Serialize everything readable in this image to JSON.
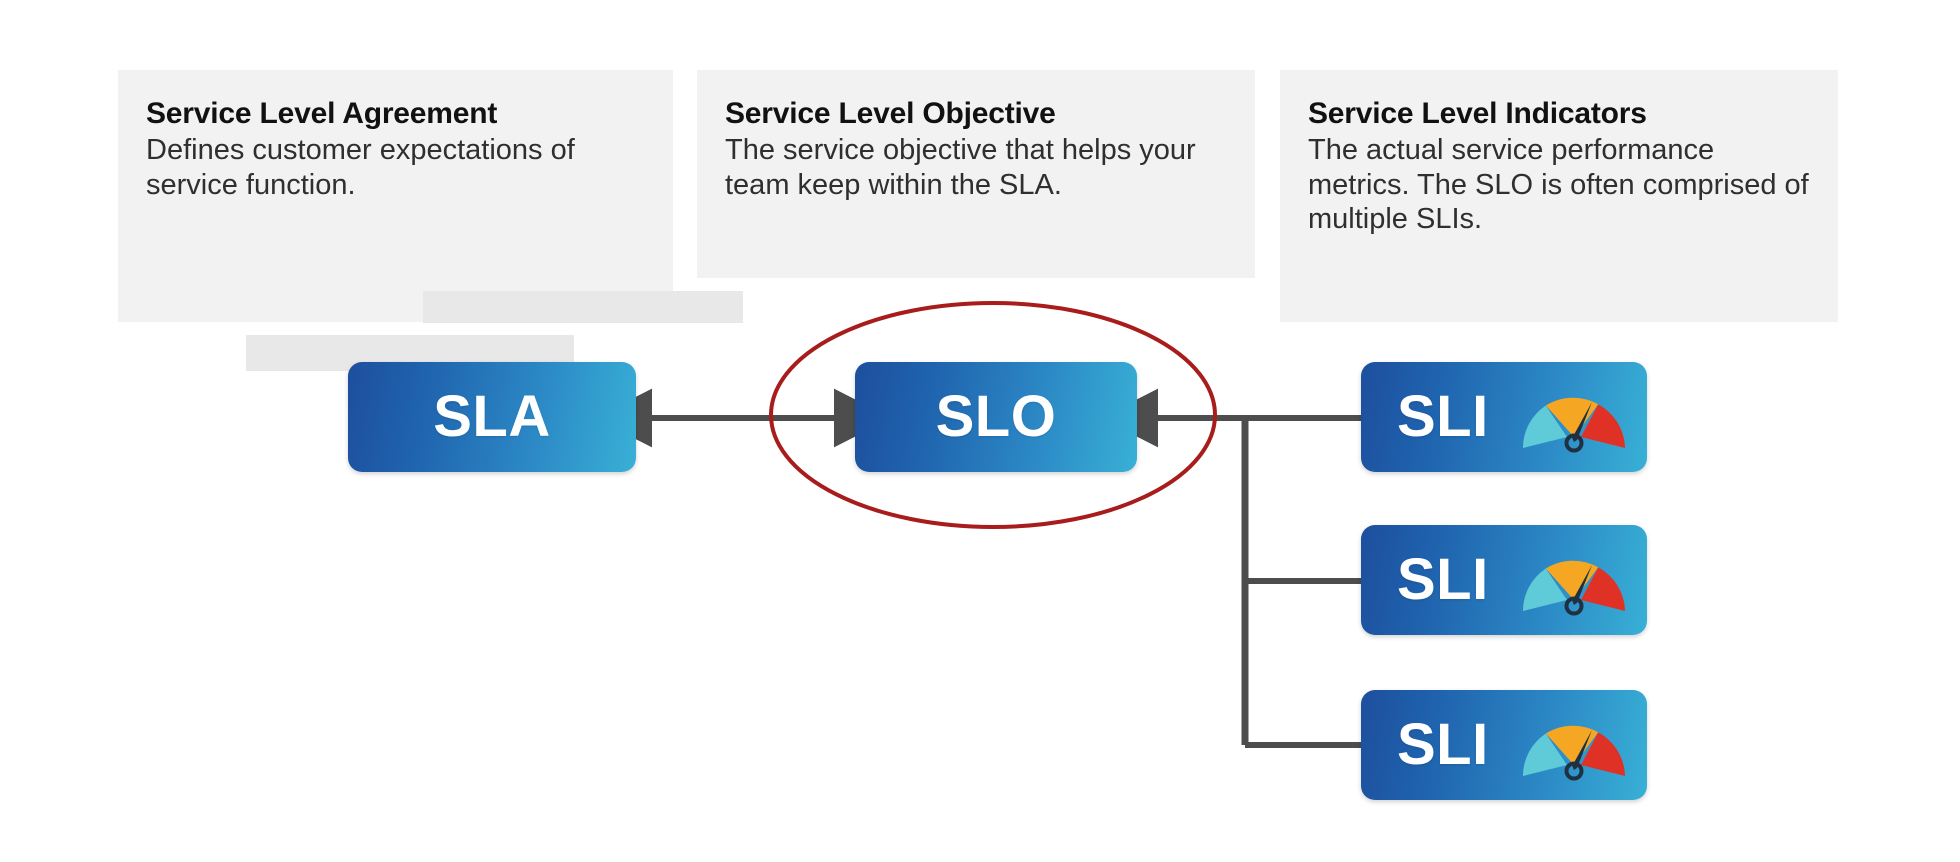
{
  "diagram": {
    "title": "Service Level Agreement / Objective / Indicators relationship diagram",
    "background_color": "#ffffff",
    "card_background": "#f2f2f2",
    "node_gradient_from": "#1d4f9e",
    "node_gradient_to": "#38b0d6",
    "connector_color": "#4d4d4d",
    "highlight_color": "#a81c1c",
    "redaction_color": "#e8e8e8"
  },
  "cards": [
    {
      "id": "sla-card",
      "title": "Service Level Agreement",
      "body": "Defines customer expectations of service function.",
      "redacted_bars": 2
    },
    {
      "id": "slo-card",
      "title": "Service Level Objective",
      "body": "The service objective that helps your team keep within the SLA.",
      "redacted_bars": 0
    },
    {
      "id": "sli-card",
      "title": "Service Level Indicators",
      "body": "The actual service performance metrics. The SLO is often comprised of multiple SLIs.",
      "redacted_bars": 0
    }
  ],
  "nodes": {
    "sla": {
      "label": "SLA",
      "has_gauge": false
    },
    "slo": {
      "label": "SLO",
      "has_gauge": false,
      "highlighted": true
    },
    "sli_1": {
      "label": "SLI",
      "has_gauge": true
    },
    "sli_2": {
      "label": "SLI",
      "has_gauge": true
    },
    "sli_3": {
      "label": "SLI",
      "has_gauge": true
    }
  },
  "gauge": {
    "name": "gauge-icon",
    "segments": [
      {
        "name": "low",
        "color": "#5fcbd9"
      },
      {
        "name": "medium",
        "color": "#f5a623"
      },
      {
        "name": "high",
        "color": "#e03127"
      }
    ],
    "needle_color": "#1f3141",
    "needle_points_to": "high"
  },
  "connectors": [
    {
      "name": "sla-slo-connector",
      "from": "sla",
      "to": "slo",
      "style": "double-arrow"
    },
    {
      "name": "slo-sli-branch-connector",
      "from": "slo",
      "to": "sli_1,sli_2,sli_3",
      "style": "branch-arrow"
    }
  ],
  "annotation": {
    "name": "slo-highlight-ellipse",
    "shape": "ellipse",
    "color": "#a81c1c",
    "targets": "slo"
  }
}
